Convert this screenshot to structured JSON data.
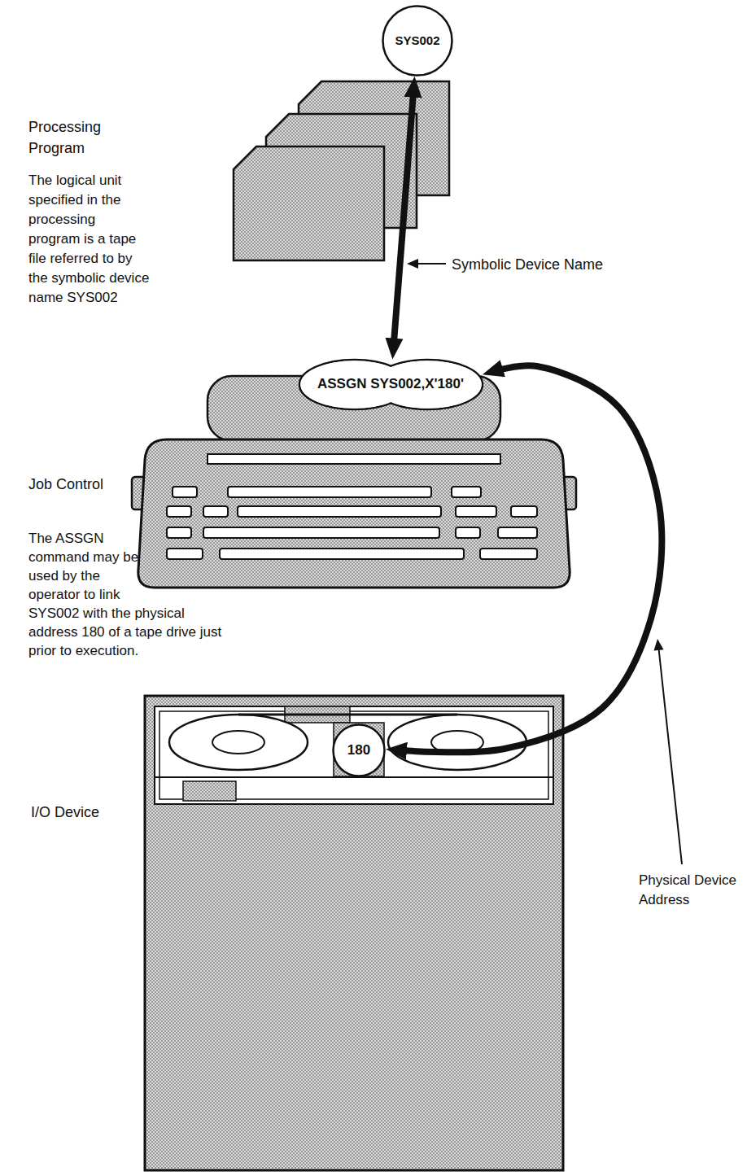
{
  "diagram": {
    "nodes": [
      {
        "text": [
          "SYS002"
        ]
      },
      {
        "text": [
          "ASSGN SYS002,X'180'"
        ]
      },
      {
        "text": [
          "180"
        ]
      }
    ],
    "edges": [
      {
        "from": 0,
        "to": 1,
        "arrow": "both",
        "label": "Symbolic Device Name"
      },
      {
        "from": 2,
        "to": 1,
        "arrow": "both",
        "label": "Physical Device Address"
      }
    ],
    "labels": [
      "Processing Program",
      "The logical unit specified in the processing program is a tape file referred to by the symbolic device name SYS002",
      "Job Control",
      "The ASSGN command may be used by the operator to link SYS002 with the physical address 180 of a tape drive just prior to execution.",
      "I/O Device"
    ]
  }
}
